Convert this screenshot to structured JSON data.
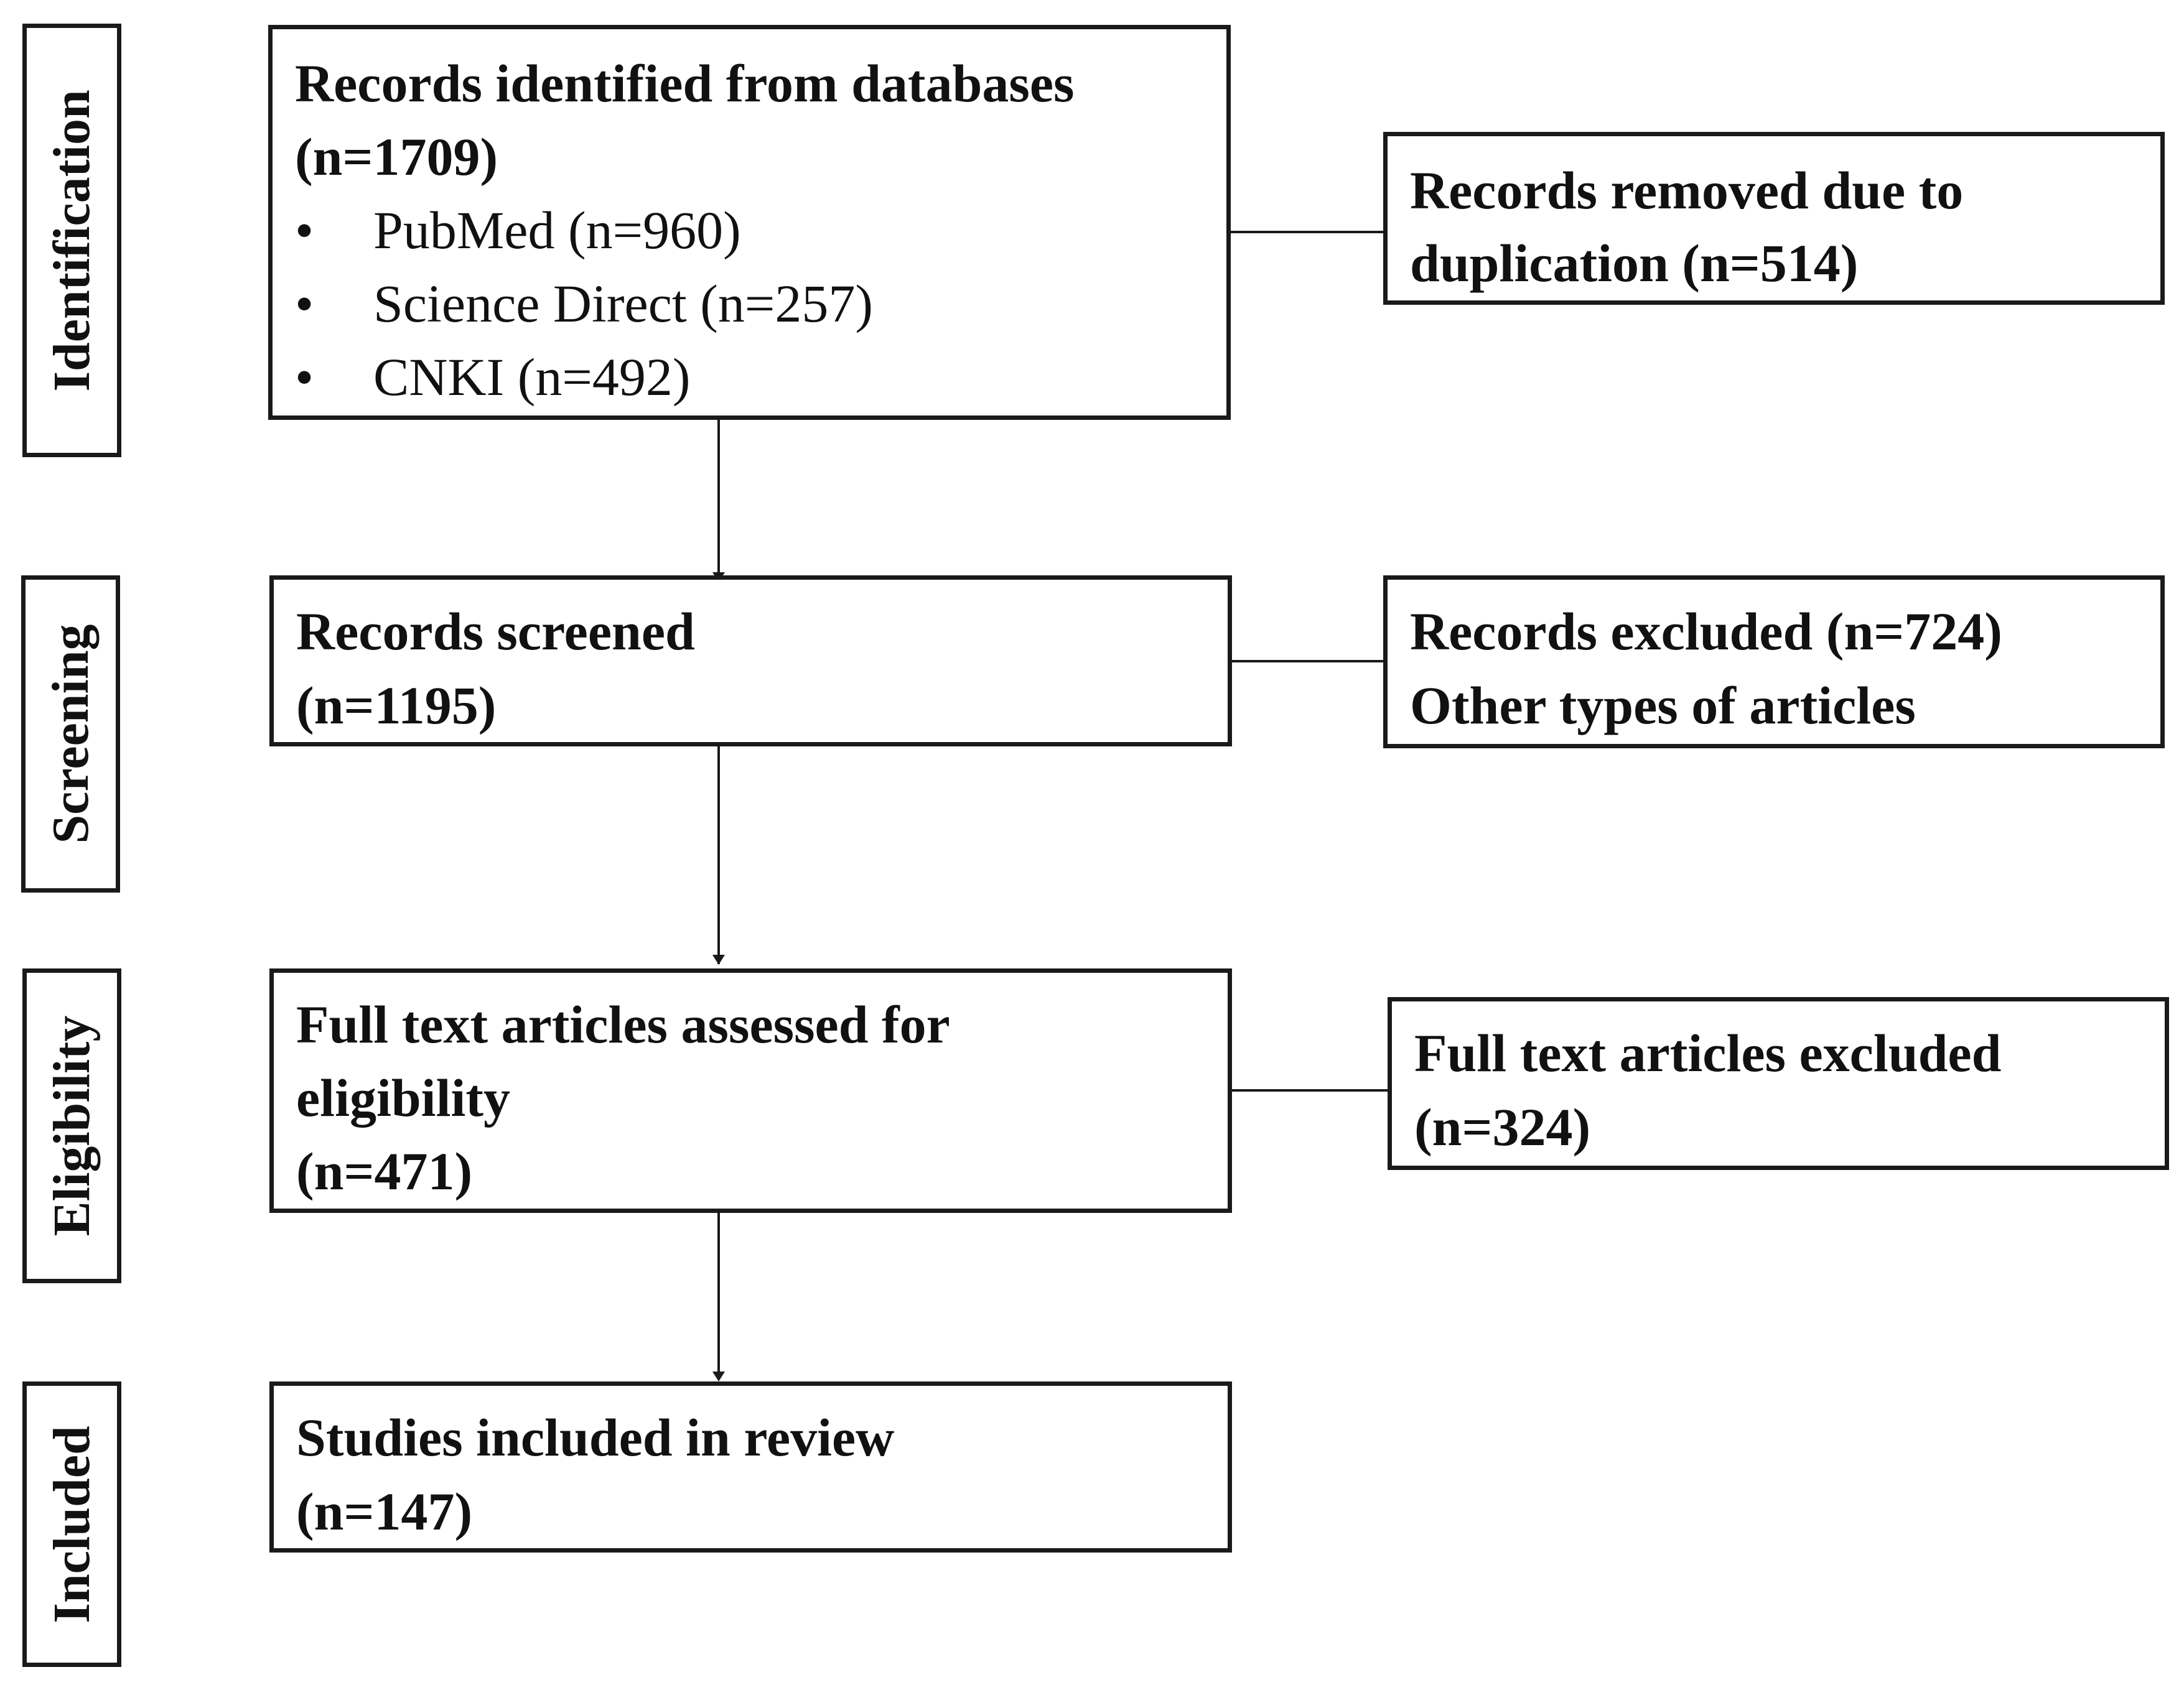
{
  "stages": {
    "identification": "Identification",
    "screening": "Screening",
    "eligibility": "Eligibility",
    "included": "Included"
  },
  "boxes": {
    "identified": {
      "title": "Records identified from databases",
      "count": "(n=1709)",
      "sources": [
        "PubMed (n=960)",
        "Science Direct (n=257)",
        "CNKI (n=492)"
      ]
    },
    "duplicates": {
      "line1": "Records removed due to",
      "line2": "duplication (n=514)"
    },
    "screened": {
      "title": "Records screened",
      "count": "(n=1195)"
    },
    "excluded": {
      "line1": "Records excluded (n=724)",
      "line2": "Other types of articles"
    },
    "fulltext": {
      "line1": "Full text articles assessed for",
      "line2": "eligibility",
      "count": "(n=471)"
    },
    "fulltext_excluded": {
      "line1": "Full text articles excluded",
      "count": "(n=324)"
    },
    "included": {
      "title": "Studies included in review",
      "count": "(n=147)"
    }
  },
  "bullet_symbol": "•",
  "colors": {
    "stroke": "#1a1a1a",
    "text": "#111111",
    "background": "#ffffff"
  }
}
